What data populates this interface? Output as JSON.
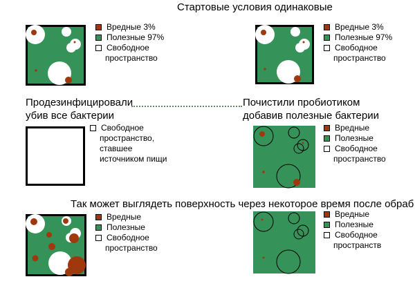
{
  "colors": {
    "harmful": "#a0380e",
    "beneficial": "#35935a",
    "free_space": "#ffffff",
    "border": "#000000"
  },
  "headings": {
    "top": "Стартовые условия одинаковые",
    "disinfected_line1": "Продезинфицировали",
    "disinfected_line2": "убив все бактерии",
    "probiotic_line1": "Почистили пробиотиком",
    "probiotic_line2": "добавив полезные бактерии",
    "later": "Так может выглядеть поверхность через некоторое время после обраб"
  },
  "legend_start_left": {
    "harmful": "Вредные 3%",
    "beneficial": "Полезные 97%",
    "free_line1": "Свободное",
    "free_line2": "пространство"
  },
  "legend_start_right": {
    "harmful": "Вредные 3%",
    "beneficial": "Полезные 97%",
    "free_line1": "Свободное",
    "free_line2": "пространство"
  },
  "legend_disinfected": {
    "free_line1": "Свободное",
    "free_line2": "пространство,",
    "free_line3": "ставшее",
    "free_line4": "источником пищи"
  },
  "legend_probiotic": {
    "harmful": "Вредные",
    "beneficial": "Полезные",
    "free_line1": "Свободное",
    "free_line2": "пространство"
  },
  "legend_later_left": {
    "harmful": "Вредные",
    "beneficial": "Полезные",
    "free_line1": "Свободное",
    "free_line2": "пространство"
  },
  "legend_later_right": {
    "harmful": "Вредные",
    "beneficial": "Полезные",
    "free_line1": "Свободное",
    "free_line2": "пространств"
  }
}
